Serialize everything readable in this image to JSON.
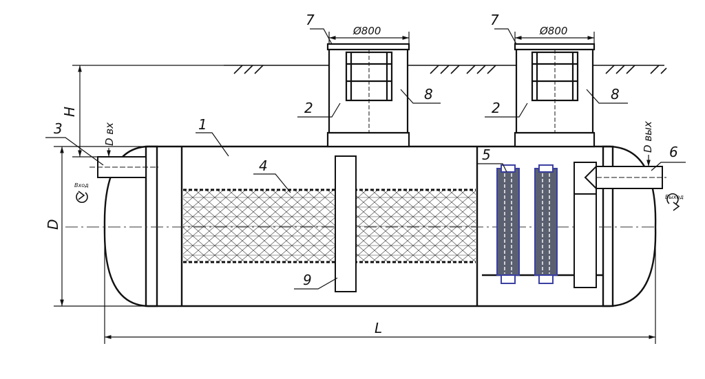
{
  "labels": {
    "tank": "1",
    "riser_left": "2",
    "riser_right": "2",
    "inlet_pipe": "3",
    "filter_media": "4",
    "sorption_filters": "5",
    "outlet_pipe": "6",
    "hatch_left": "7",
    "hatch_right": "7",
    "ladder_left": "8",
    "ladder_right": "8",
    "baffle": "9"
  },
  "dimensions": {
    "hatch_diameter_left": "Ø800",
    "hatch_diameter_right": "Ø800",
    "depth": "H",
    "diameter": "D",
    "length": "L",
    "inlet_diameter": "D вх",
    "outlet_diameter": "D вых"
  },
  "flow": {
    "inlet": "Вход",
    "outlet": "Выход"
  },
  "colors": {
    "line": "#111111",
    "filter_cartridge": "#3a3fa0",
    "filter_fill": "#5a6070"
  }
}
